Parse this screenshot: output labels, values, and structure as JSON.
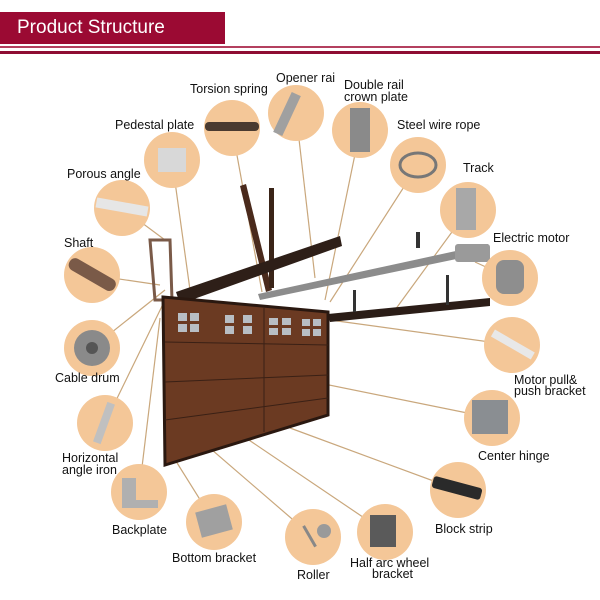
{
  "header": {
    "title": "Product Structure"
  },
  "colors": {
    "brand": "#9b0a33",
    "circle": "#f4c798",
    "leader": "#c9a77c",
    "door": "#6b3a22"
  },
  "labels": {
    "torsion_spring": "Torsion spring",
    "opener_rail": "Opener rai",
    "double_rail_1": "Double rail",
    "double_rail_2": "crown plate",
    "pedestal_plate": "Pedestal plate",
    "steel_wire_rope": "Steel wire rope",
    "porous_angle": "Porous angle",
    "track": "Track",
    "electric_motor": "Electric motor",
    "shaft": "Shaft",
    "cable_drum": "Cable drum",
    "motor_pull_1": "Motor pull&",
    "motor_pull_2": "push bracket",
    "horizontal_1": "Horizontal",
    "horizontal_2": "angle iron",
    "center_hinge": "Center hinge",
    "backplate": "Backplate",
    "block_strip": "Block strip",
    "bottom_bracket": "Bottom bracket",
    "half_arc_1": "Half arc wheel",
    "half_arc_2": "bracket",
    "roller": "Roller"
  }
}
